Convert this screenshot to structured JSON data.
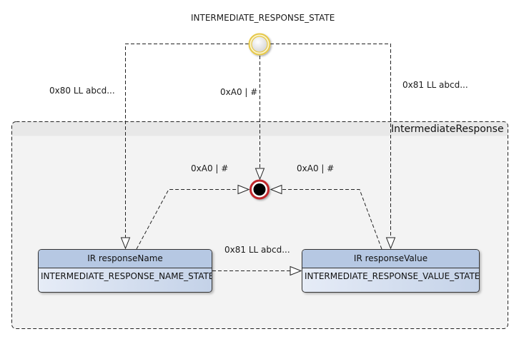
{
  "diagram": {
    "type": "state-machine",
    "initial_state": {
      "label": "INTERMEDIATE_RESPONSE_STATE",
      "icon": "initial-state-icon"
    },
    "composite_state": {
      "name": "IntermediateResponse"
    },
    "final_state": {
      "icon": "final-state-icon"
    },
    "states": [
      {
        "id": "responseName",
        "title": "IR responseName",
        "body": "INTERMEDIATE_RESPONSE_NAME_STATE"
      },
      {
        "id": "responseValue",
        "title": "IR responseValue",
        "body": "INTERMEDIATE_RESPONSE_VALUE_STATE"
      }
    ],
    "transitions": [
      {
        "from": "initial",
        "to": "responseName",
        "label": "0x80 LL abcd..."
      },
      {
        "from": "initial",
        "to": "final",
        "label": "0xA0 | #"
      },
      {
        "from": "initial",
        "to": "responseValue",
        "label": "0x81 LL abcd..."
      },
      {
        "from": "responseName",
        "to": "final",
        "label": "0xA0 | #"
      },
      {
        "from": "responseValue",
        "to": "final",
        "label": "0xA0 | #"
      },
      {
        "from": "responseName",
        "to": "responseValue",
        "label": "0x81 LL abcd..."
      }
    ],
    "colors": {
      "initial_ring": "#e6c84a",
      "final_ring": "#c0262a",
      "state_header": "#b6c8e3",
      "composite_bg": "#f3f3f3",
      "composite_header": "#e8e8e8"
    }
  }
}
